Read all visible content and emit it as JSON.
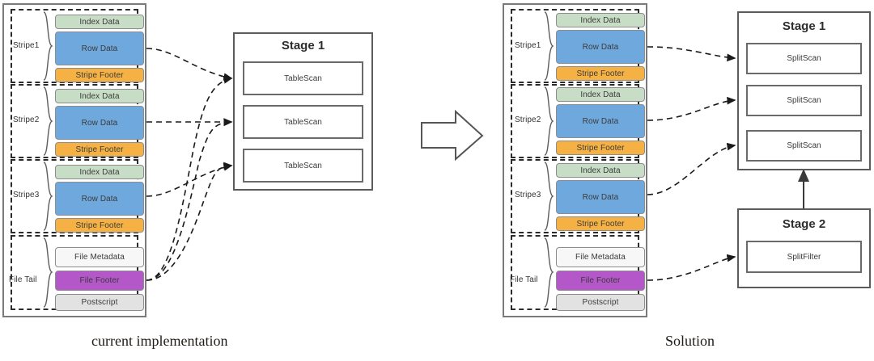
{
  "figure": {
    "left_caption": "current implementation",
    "right_caption": "Solution",
    "middle_arrow_icon": "right-arrow-icon"
  },
  "colors": {
    "index_data": "#c8ddc6",
    "row_data": "#6fa8dc",
    "stripe_footer": "#f5b143",
    "file_metadata": "#f7f7f7",
    "file_footer": "#b357c9",
    "postscript": "#e2e2e2",
    "segment_border": "#8d8d8d",
    "panel_border": "#7a7a7a",
    "dashed_group": "#2b2b2b",
    "stage_border": "#5b5b5b",
    "wire": "#1a1a1a"
  },
  "left": {
    "file_panel": {
      "groups": [
        {
          "label": "Stripe1",
          "segments": [
            {
              "label": "Index Data",
              "color_key": "index_data"
            },
            {
              "label": "Row Data",
              "color_key": "row_data"
            },
            {
              "label": "Stripe Footer",
              "color_key": "stripe_footer"
            }
          ]
        },
        {
          "label": "Stripe2",
          "segments": [
            {
              "label": "Index Data",
              "color_key": "index_data"
            },
            {
              "label": "Row Data",
              "color_key": "row_data"
            },
            {
              "label": "Stripe Footer",
              "color_key": "stripe_footer"
            }
          ]
        },
        {
          "label": "Stripe3",
          "segments": [
            {
              "label": "Index Data",
              "color_key": "index_data"
            },
            {
              "label": "Row Data",
              "color_key": "row_data"
            },
            {
              "label": "Stripe Footer",
              "color_key": "stripe_footer"
            }
          ]
        },
        {
          "label": "File Tail",
          "segments": [
            {
              "label": "File Metadata",
              "color_key": "file_metadata"
            },
            {
              "label": "File Footer",
              "color_key": "file_footer"
            },
            {
              "label": "Postscript",
              "color_key": "postscript"
            }
          ]
        }
      ]
    },
    "stage": {
      "title": "Stage 1",
      "operators": [
        "TableScan",
        "TableScan",
        "TableScan"
      ]
    }
  },
  "right": {
    "file_panel": {
      "groups": [
        {
          "label": "Stripe1",
          "segments": [
            {
              "label": "Index Data",
              "color_key": "index_data"
            },
            {
              "label": "Row Data",
              "color_key": "row_data"
            },
            {
              "label": "Stripe Footer",
              "color_key": "stripe_footer"
            }
          ]
        },
        {
          "label": "Stripe2",
          "segments": [
            {
              "label": "Index Data",
              "color_key": "index_data"
            },
            {
              "label": "Row Data",
              "color_key": "row_data"
            },
            {
              "label": "Stripe Footer",
              "color_key": "stripe_footer"
            }
          ]
        },
        {
          "label": "Stripe3",
          "segments": [
            {
              "label": "Index Data",
              "color_key": "index_data"
            },
            {
              "label": "Row Data",
              "color_key": "row_data"
            },
            {
              "label": "Stripe Footer",
              "color_key": "stripe_footer"
            }
          ]
        },
        {
          "label": "File Tail",
          "segments": [
            {
              "label": "File Metadata",
              "color_key": "file_metadata"
            },
            {
              "label": "File Footer",
              "color_key": "file_footer"
            },
            {
              "label": "Postscript",
              "color_key": "postscript"
            }
          ]
        }
      ]
    },
    "stage1": {
      "title": "Stage 1",
      "operators": [
        "SplitScan",
        "SplitScan",
        "SplitScan"
      ]
    },
    "stage2": {
      "title": "Stage 2",
      "operators": [
        "SplitFilter"
      ]
    }
  }
}
